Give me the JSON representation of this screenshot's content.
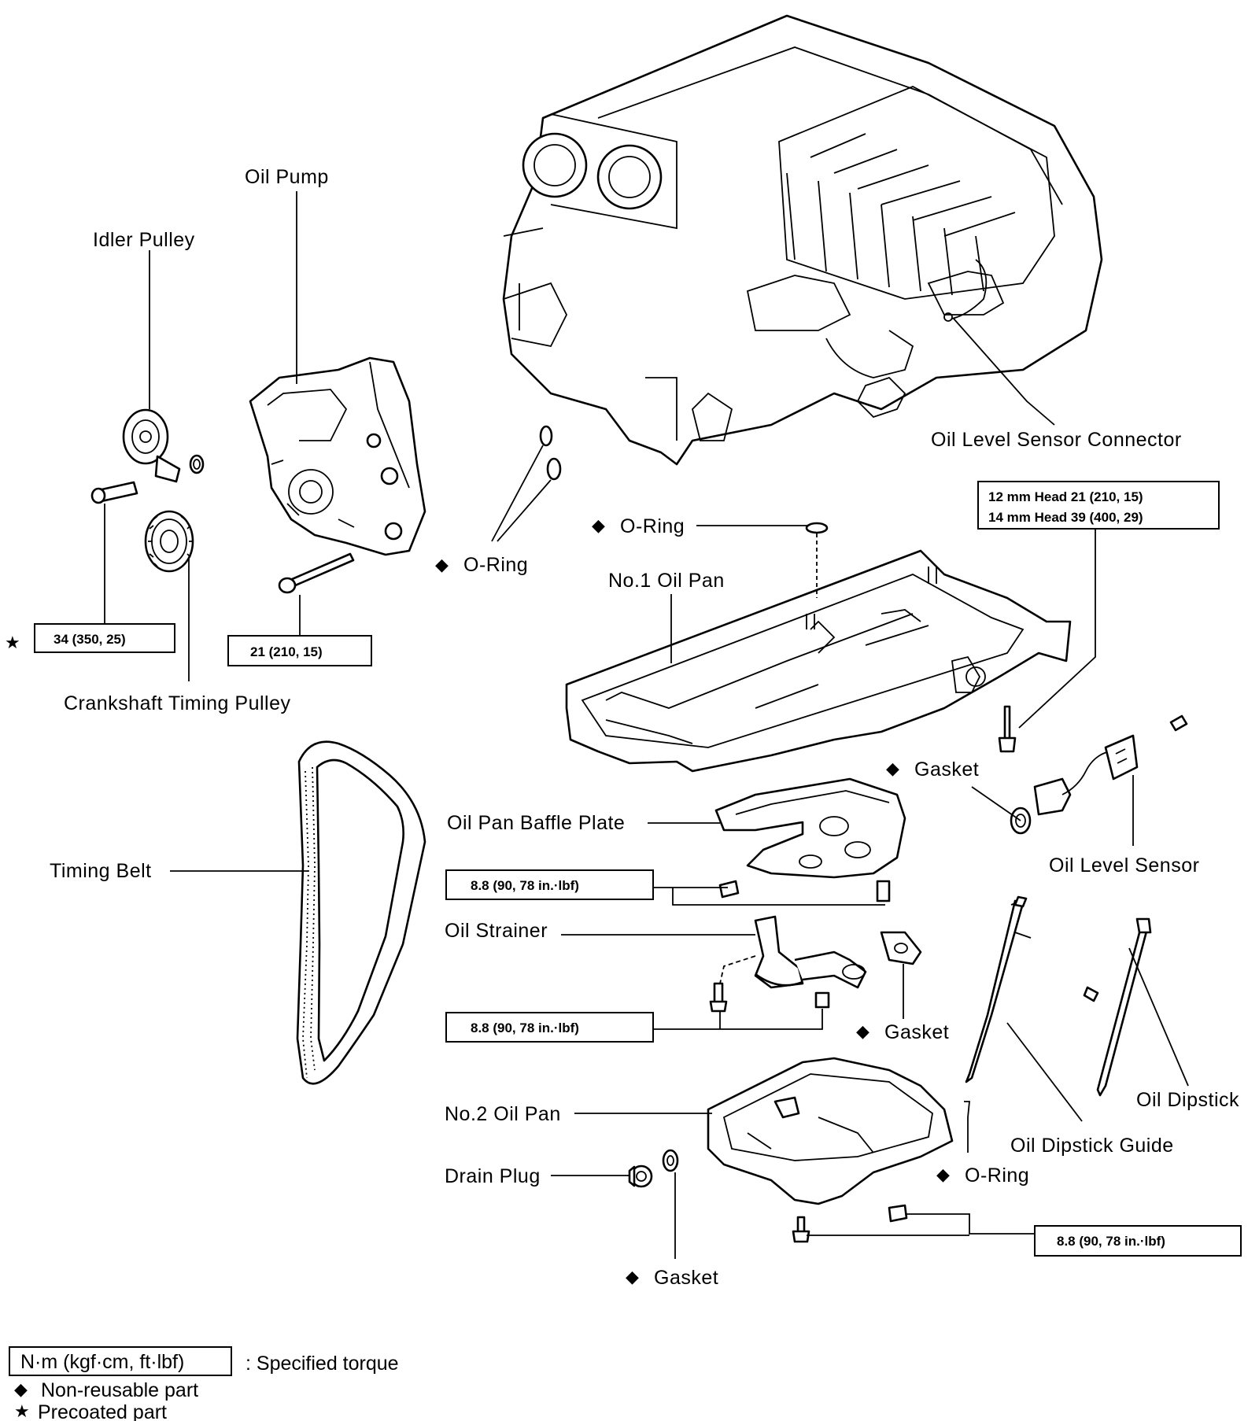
{
  "labels": {
    "oil_pump": "Oil Pump",
    "idler_pulley": "Idler Pulley",
    "oil_level_sensor_connector": "Oil Level Sensor Connector",
    "o_ring_pump": "O-Ring",
    "o_ring_pan": "O-Ring",
    "o_ring_guide": "O-Ring",
    "no1_oil_pan": "No.1 Oil Pan",
    "crankshaft_timing_pulley": "Crankshaft Timing Pulley",
    "gasket_sensor": "Gasket",
    "gasket_strainer": "Gasket",
    "gasket_drain": "Gasket",
    "oil_pan_baffle_plate": "Oil Pan Baffle Plate",
    "oil_level_sensor": "Oil Level Sensor",
    "timing_belt": "Timing Belt",
    "oil_strainer": "Oil Strainer",
    "oil_dipstick": "Oil Dipstick",
    "oil_dipstick_guide": "Oil Dipstick Guide",
    "no2_oil_pan": "No.2 Oil Pan",
    "drain_plug": "Drain Plug"
  },
  "torques": {
    "head_12mm": "12 mm Head 21 (210, 15)",
    "head_14mm": "14 mm Head 39 (400, 29)",
    "idler_bolt": "34 (350, 25)",
    "oil_pump_bolt": "21 (210, 15)",
    "baffle_plate": "8.8 (90, 78 in.·lbf)",
    "oil_strainer": "8.8 (90, 78 in.·lbf)",
    "no2_oil_pan": "8.8 (90, 78 in.·lbf)"
  },
  "symbols": {
    "non_reusable": "◆",
    "precoated": "★"
  },
  "legend": {
    "torque_unit": "N·m (kgf·cm, ft·lbf)",
    "torque_meaning": ": Specified torque",
    "non_reusable_text": "Non-reusable part",
    "precoated_text": "Precoated part"
  }
}
